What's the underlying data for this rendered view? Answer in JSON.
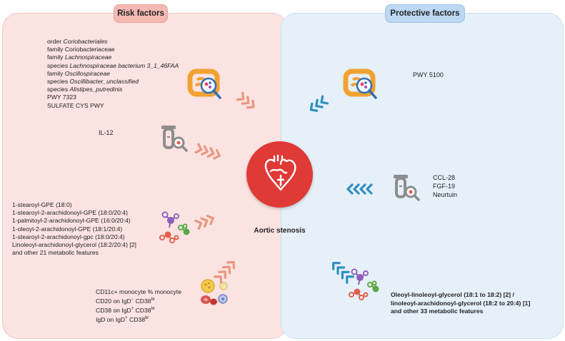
{
  "risk": {
    "title": "Risk factors",
    "microbiome": [
      {
        "prefix": "order ",
        "name": "Coriobacteriales",
        "italic": true
      },
      {
        "prefix": "family ",
        "name": "Coriobacteriaceae",
        "italic": false
      },
      {
        "prefix": "family ",
        "name": "Lachnospiraceae",
        "italic": true
      },
      {
        "prefix": "species ",
        "name": "Lachnospiraceae bacterium 3_1_46FAA",
        "italic": true
      },
      {
        "prefix": "family ",
        "name": "Oscillospiraceae",
        "italic": true
      },
      {
        "prefix": "species ",
        "name": "Oscillibacter_unclassified",
        "italic": true
      },
      {
        "prefix": "species ",
        "name": "Alistipes_putredinis",
        "italic": true
      },
      {
        "prefix": "",
        "name": "PWY 7323",
        "italic": false
      },
      {
        "prefix": "",
        "name": "SULFATE CYS PWY",
        "italic": false
      }
    ],
    "cytokine": "IL-12",
    "metabolites": [
      "1-stearoyl-GPE (18:0)",
      "1-stearoyl-2-arachidonoyl-GPE (18:0/20:4)",
      "1-palmitoyl-2-arachidonoyl-GPE (16:0/20:4)",
      "1-oleoyl-2-arachidonoyl-GPE (18:1/20:4)",
      "1-stearoyl-2-arachidonoyl-gpc (18:0/20:4)",
      "Linoleoyl-arachidonoyl-glycerol (18:2/20:4) [2]",
      "and other 21 metabolic features"
    ],
    "immune": [
      {
        "base": "CD11c+ monocyte % monocyte",
        "sup1": "",
        "mid": "",
        "sup2": ""
      },
      {
        "base": "CD20 on IgD",
        "sup1": "−",
        "mid": " CD38",
        "sup2": "br"
      },
      {
        "base": "CD38 on IgD",
        "sup1": "+",
        "mid": " CD38",
        "sup2": "br"
      },
      {
        "base": "IgD on IgD",
        "sup1": "+",
        "mid": " CD38",
        "sup2": "br"
      }
    ]
  },
  "protective": {
    "title": "Protective factors",
    "microbiome": [
      "PWY 5100"
    ],
    "cytokines": [
      "CCL-28",
      "FGF-19",
      "Neurtuin"
    ],
    "metabolites": [
      "Oleoyl-linoleoyl-glycerol (18:1 to 18:2) [2] /",
      "linoleoyl-arachidonoyl-glycerol (18:2 to 20:4) [1]",
      "and other 33 metabolic features"
    ]
  },
  "center": {
    "label": "Aortic stenosis"
  },
  "colors": {
    "risk_arrow": "#e9977e",
    "protective_arrow": "#2f8fc0",
    "center": "#df3a36"
  },
  "icons": [
    "intestine-icon",
    "test-tube-icon",
    "molecule-icon",
    "cells-icon",
    "heart-icon"
  ]
}
